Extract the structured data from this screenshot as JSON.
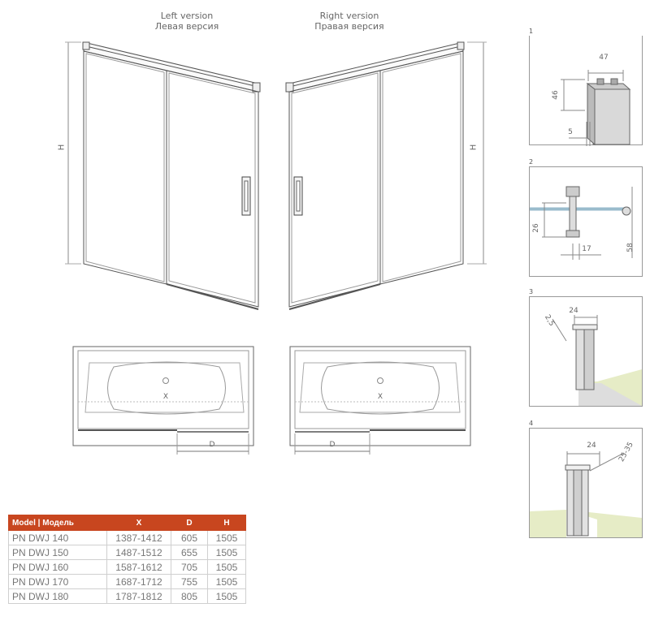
{
  "left_view": {
    "title_en": "Left version",
    "title_ru": "Левая версия",
    "height_label": "H"
  },
  "right_view": {
    "title_en": "Right version",
    "title_ru": "Правая версия",
    "height_label": "H"
  },
  "plan_left": {
    "x_label": "X",
    "d_label": "D"
  },
  "plan_right": {
    "x_label": "X",
    "d_label": "D"
  },
  "details": [
    {
      "number": "1",
      "dims": [
        "47",
        "46",
        "5"
      ]
    },
    {
      "number": "2",
      "dims": [
        "26",
        "17",
        "58"
      ]
    },
    {
      "number": "3",
      "dims": [
        "2,5",
        "24"
      ]
    },
    {
      "number": "4",
      "dims": [
        "24",
        "25-35"
      ]
    }
  ],
  "table": {
    "headers": [
      "Model  |  Модель",
      "X",
      "D",
      "H"
    ],
    "rows": [
      [
        "PN DWJ 140",
        "1387-1412",
        "605",
        "1505"
      ],
      [
        "PN DWJ 150",
        "1487-1512",
        "655",
        "1505"
      ],
      [
        "PN DWJ 160",
        "1587-1612",
        "705",
        "1505"
      ],
      [
        "PN DWJ 170",
        "1687-1712",
        "755",
        "1505"
      ],
      [
        "PN DWJ 180",
        "1787-1812",
        "805",
        "1505"
      ]
    ]
  },
  "colors": {
    "header": "#c8461f",
    "floor": "#e6ecc6",
    "line": "#555555"
  }
}
